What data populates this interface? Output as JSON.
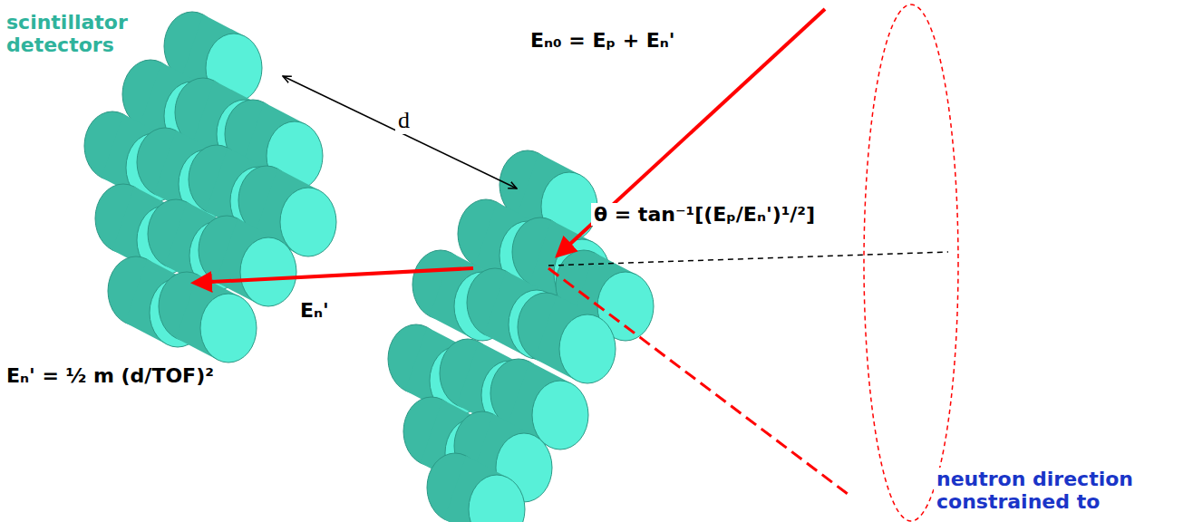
{
  "diagram": {
    "labels": [
      "scintillator detectors",
      "d",
      "Eₙ₀ = Eₚ + Eₙ'",
      "θ = tan⁻¹[(Eₚ/Eₙ')¹/²]",
      "Eₙ'",
      "Eₙ' = ½ m (d/TOF)²",
      "neutron direction constrained to"
    ]
  }
}
